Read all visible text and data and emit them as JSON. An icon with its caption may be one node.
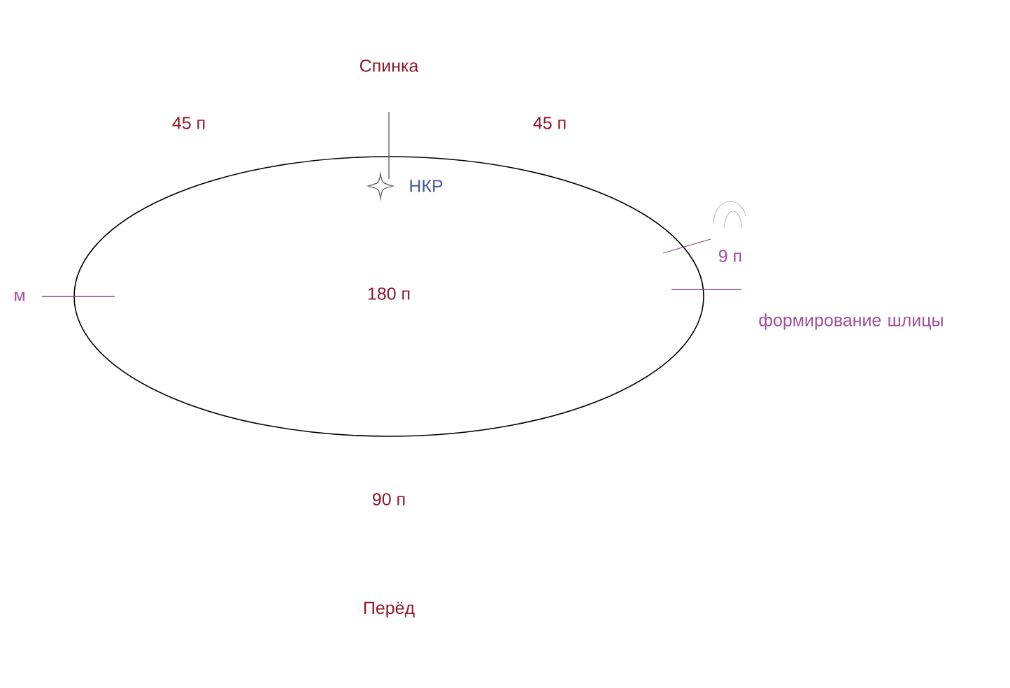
{
  "diagram": {
    "nodes": [
      {
        "text": [
          "180 п"
        ]
      }
    ],
    "labels": [
      "Спинка",
      "45 п",
      "45 п",
      "НКР",
      "м",
      "9 п",
      "формирование шлицы",
      "90 п",
      "Перёд"
    ]
  }
}
